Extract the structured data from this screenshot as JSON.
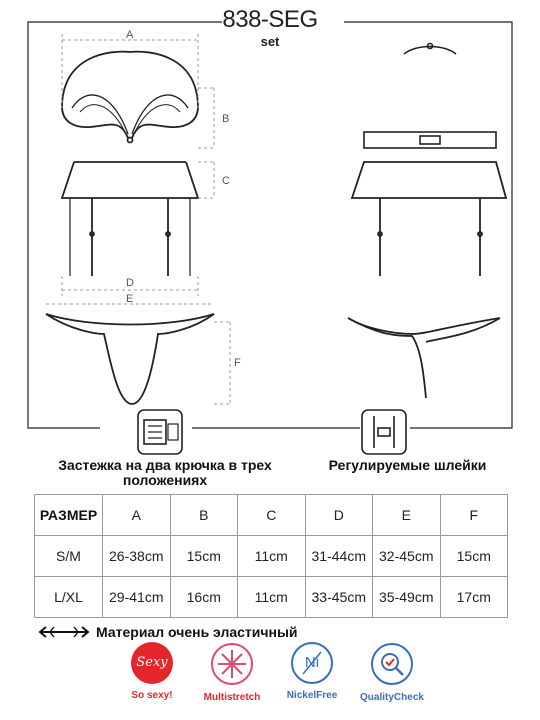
{
  "header": {
    "model": "838-SEG",
    "type": "set"
  },
  "dimension_letters": {
    "a": "A",
    "b": "B",
    "c": "C",
    "d": "D",
    "e": "E",
    "f": "F"
  },
  "captions": {
    "hooks": "Застежка на два крючка в трех положениях",
    "straps": "Регулируемые шлейки"
  },
  "table": {
    "row_header": "РАЗМЕР",
    "columns": [
      "A",
      "B",
      "C",
      "D",
      "E",
      "F"
    ],
    "rows": [
      {
        "size": "S/M",
        "values": [
          "26-38cm",
          "15cm",
          "11cm",
          "31-44cm",
          "32-45cm",
          "15cm"
        ]
      },
      {
        "size": "L/XL",
        "values": [
          "29-41cm",
          "16cm",
          "11cm",
          "33-45cm",
          "35-49cm",
          "17cm"
        ]
      }
    ]
  },
  "material": {
    "label": "Материал очень эластичный",
    "icon": "stretch-arrows-icon"
  },
  "features": [
    {
      "label": "So sexy!",
      "icon": "sexy-badge-icon",
      "badge_text": "Sexy",
      "color": "#e3262b",
      "label_color": "#e3262b"
    },
    {
      "label": "Multistretch",
      "icon": "multistretch-icon",
      "color": "#e04a6b",
      "label_color": "#e3262b"
    },
    {
      "label": "NickelFree",
      "icon": "nickel-free-icon",
      "badge_text": "Ni",
      "color": "#3a6fb6",
      "label_color": "#3a6fb6"
    },
    {
      "label": "QualityCheck",
      "icon": "quality-check-icon",
      "color": "#3a6fb6",
      "label_color": "#3a6fb6"
    }
  ]
}
